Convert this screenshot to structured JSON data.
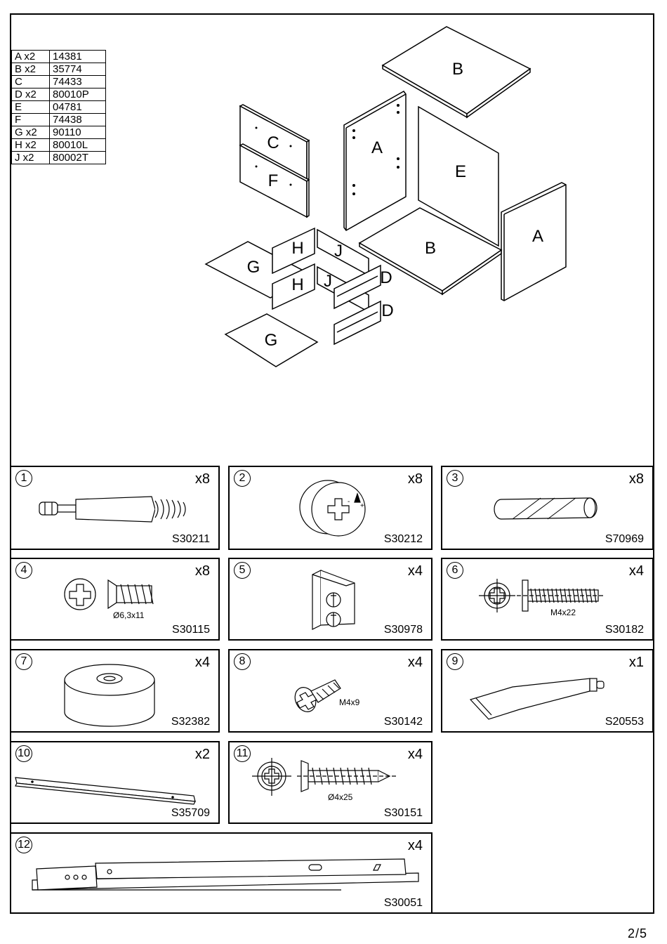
{
  "parts": [
    {
      "label": "A x2",
      "code": "14381"
    },
    {
      "label": "B x2",
      "code": "35774"
    },
    {
      "label": "C",
      "code": "74433"
    },
    {
      "label": "D x2",
      "code": "80010P"
    },
    {
      "label": "E",
      "code": "04781"
    },
    {
      "label": "F",
      "code": "74438"
    },
    {
      "label": "G x2",
      "code": "90110"
    },
    {
      "label": "H x2",
      "code": "80010L"
    },
    {
      "label": "J x2",
      "code": "80002T"
    }
  ],
  "diagram_labels": {
    "b_top": "B",
    "a_left": "A",
    "e": "E",
    "c": "C",
    "f": "F",
    "a_right": "A",
    "b_bottom": "B",
    "g1": "G",
    "h1": "H",
    "j1": "J",
    "h2": "H",
    "j2": "J",
    "d1": "D",
    "d2": "D",
    "g2": "G"
  },
  "hardware": [
    {
      "num": "1",
      "qty": "x8",
      "code": "S30211",
      "dim": ""
    },
    {
      "num": "2",
      "qty": "x8",
      "code": "S30212",
      "dim": ""
    },
    {
      "num": "3",
      "qty": "x8",
      "code": "S70969",
      "dim": ""
    },
    {
      "num": "4",
      "qty": "x8",
      "code": "S30115",
      "dim": "Ø6,3x11"
    },
    {
      "num": "5",
      "qty": "x4",
      "code": "S30978",
      "dim": ""
    },
    {
      "num": "6",
      "qty": "x4",
      "code": "S30182",
      "dim": "M4x22"
    },
    {
      "num": "7",
      "qty": "x4",
      "code": "S32382",
      "dim": ""
    },
    {
      "num": "8",
      "qty": "x4",
      "code": "S30142",
      "dim": "M4x9"
    },
    {
      "num": "9",
      "qty": "x1",
      "code": "S20553",
      "dim": ""
    },
    {
      "num": "10",
      "qty": "x2",
      "code": "S35709",
      "dim": ""
    },
    {
      "num": "11",
      "qty": "x4",
      "code": "S30151",
      "dim": "Ø4x25"
    },
    {
      "num": "12",
      "qty": "x4",
      "code": "S30051",
      "dim": ""
    }
  ],
  "page": "2/5"
}
